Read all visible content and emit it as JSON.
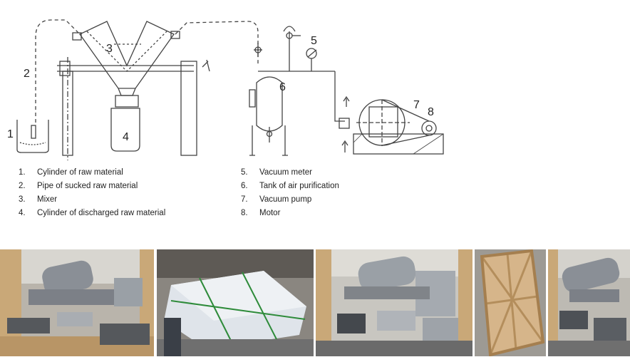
{
  "diagram": {
    "callouts": {
      "n1": "1",
      "n2": "2",
      "n3": "3",
      "n4": "4",
      "n5": "5",
      "n6": "6",
      "n7": "7",
      "n8": "8"
    }
  },
  "legend": {
    "left": [
      {
        "num": "1.",
        "text": "Cylinder of raw material"
      },
      {
        "num": "2.",
        "text": "Pipe of sucked raw material"
      },
      {
        "num": "3.",
        "text": "Mixer"
      },
      {
        "num": "4.",
        "text": "Cylinder of discharged raw material"
      }
    ],
    "right": [
      {
        "num": "5.",
        "text": "Vacuum meter"
      },
      {
        "num": "6.",
        "text": "Tank of air purification"
      },
      {
        "num": "7.",
        "text": "Vacuum pump"
      },
      {
        "num": "8.",
        "text": "Motor"
      }
    ]
  },
  "colors": {
    "line": "#444444",
    "wood": "#c9a878",
    "metal": "#8a8f96",
    "wrap": "#dfe4ea",
    "floor": "#6f6f6f"
  }
}
